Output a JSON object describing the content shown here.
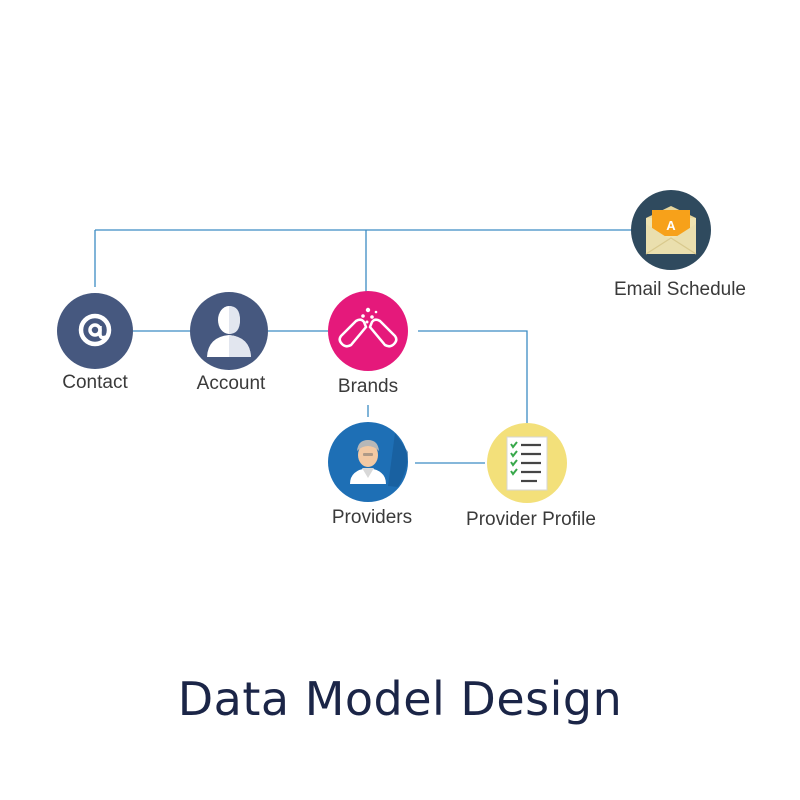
{
  "nodes": {
    "contact": {
      "label": "Contact",
      "color": "#46587f",
      "icon": "at-sign-icon"
    },
    "account": {
      "label": "Account",
      "color": "#46587f",
      "icon": "person-icon"
    },
    "brands": {
      "label": "Brands",
      "color": "#e5197b",
      "icon": "pills-icon"
    },
    "providers": {
      "label": "Providers",
      "color": "#1e6fb5",
      "icon": "doctor-icon"
    },
    "provider_profile": {
      "label": "Provider Profile",
      "color": "#f3e07a",
      "icon": "checklist-icon"
    },
    "email_schedule": {
      "label": "Email Schedule",
      "color": "#2f4a5e",
      "icon": "envelope-icon"
    }
  },
  "connector_color": "#3c8cc4",
  "title": "Data Model Design"
}
